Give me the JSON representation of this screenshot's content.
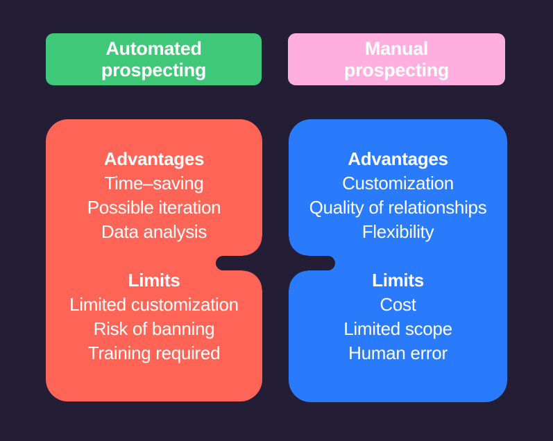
{
  "page": {
    "background_color": "#231D35",
    "text_color": "#FFFFFF"
  },
  "columns": [
    {
      "id": "automated",
      "header": {
        "label": "Automated prospecting",
        "color": "#3FC878"
      },
      "card": {
        "color": "#FF6557",
        "sections": [
          {
            "title": "Advantages",
            "items": [
              "Time–saving",
              "Possible iteration",
              "Data analysis"
            ]
          },
          {
            "title": "Limits",
            "items": [
              "Limited customization",
              "Risk of banning",
              "Training required"
            ]
          }
        ]
      }
    },
    {
      "id": "manual",
      "header": {
        "label": "Manual prospecting",
        "color": "#FEAFDF"
      },
      "card": {
        "color": "#2A7BFC",
        "sections": [
          {
            "title": "Advantages",
            "items": [
              "Customization",
              "Quality of relationships",
              "Flexibility"
            ]
          },
          {
            "title": "Limits",
            "items": [
              "Cost",
              "Limited scope",
              "Human error"
            ]
          }
        ]
      }
    }
  ]
}
